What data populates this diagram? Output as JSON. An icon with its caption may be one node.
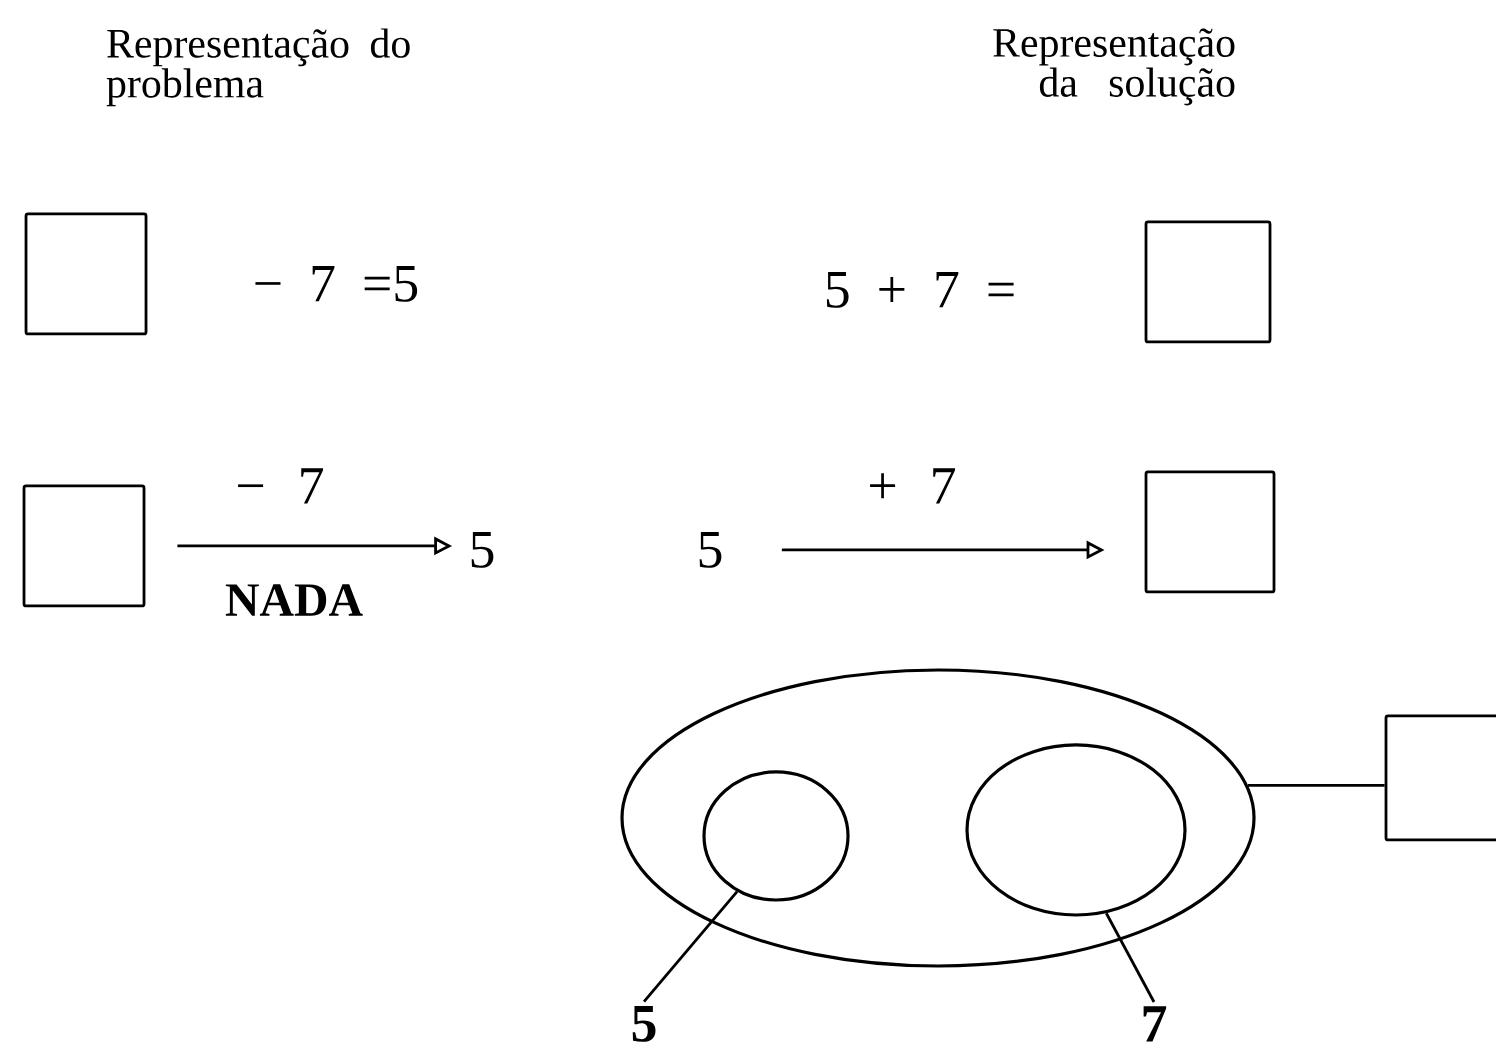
{
  "diagram": {
    "nodes": [
      {
        "text": [],
        "shape": "box"
      },
      {
        "text": [],
        "shape": "box"
      },
      {
        "text": [],
        "shape": "box"
      },
      {
        "text": [
          "5"
        ]
      },
      {
        "text": [
          "5"
        ]
      },
      {
        "text": [],
        "shape": "box"
      },
      {
        "text": [],
        "shape": "ellipse"
      },
      {
        "text": [],
        "shape": "circle",
        "in": 6
      },
      {
        "text": [],
        "shape": "ellipse",
        "in": 6
      },
      {
        "text": [],
        "shape": "box"
      },
      {
        "text": [
          "5"
        ]
      },
      {
        "text": [
          "7"
        ]
      }
    ],
    "edges": [
      {
        "from": 2,
        "to": 3,
        "arrow": "to",
        "label": "− 7"
      },
      {
        "from": 4,
        "to": 5,
        "arrow": "to",
        "label": "+ 7"
      },
      {
        "from": 6,
        "to": 9,
        "arrow": "none"
      },
      {
        "from": 10,
        "to": 7,
        "arrow": "none"
      },
      {
        "from": 11,
        "to": 8,
        "arrow": "none"
      }
    ],
    "labels": [
      "Representação do problema",
      "Representação da solução",
      "− 7 =5",
      "5 + 7 =",
      "NADA"
    ]
  }
}
